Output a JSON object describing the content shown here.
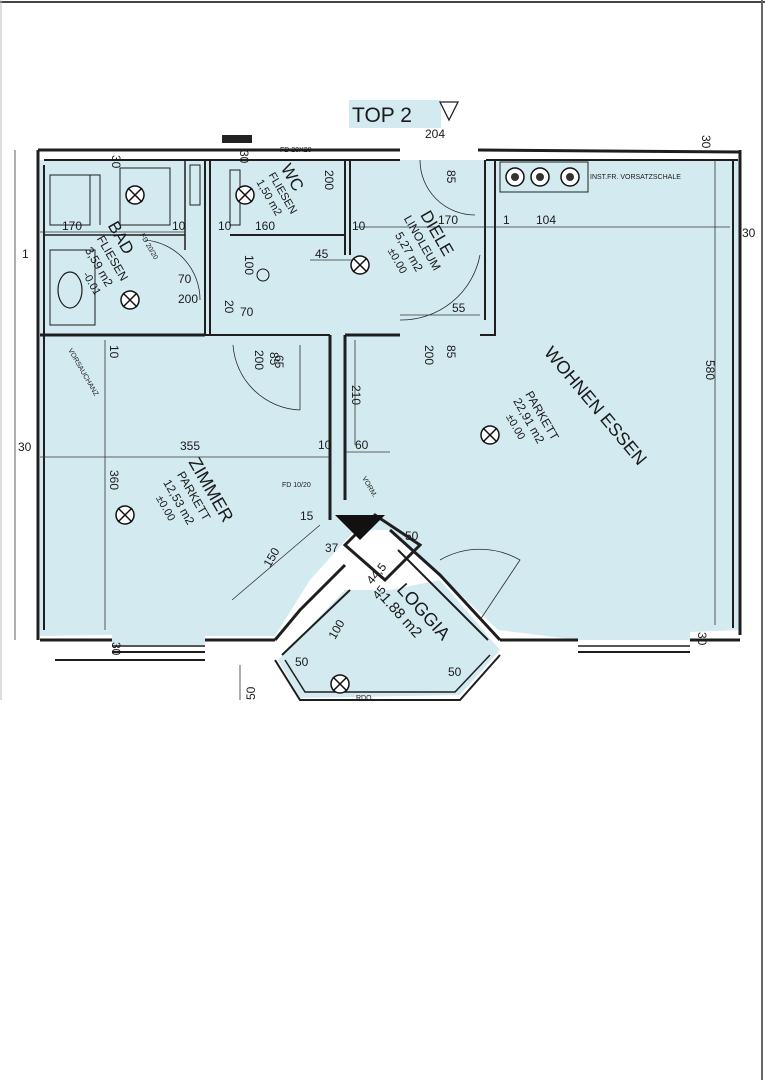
{
  "title": "TOP 2",
  "rooms": {
    "bad": {
      "name": "BAD",
      "finish": "FLIESEN",
      "area": "3,59 m2",
      "level": "-0.01"
    },
    "wc": {
      "name": "WC",
      "finish": "FLIESEN",
      "area": "1,50 m2"
    },
    "diele": {
      "name": "DIELE",
      "finish": "LINOLEUM",
      "area": "5,27 m2",
      "level": "±0.00"
    },
    "wohnen": {
      "name": "WOHNEN ESSEN",
      "finish": "PARKETT",
      "area": "22,91 m2",
      "level": "±0.00"
    },
    "zimmer": {
      "name": "ZIMMER",
      "finish": "PARKETT",
      "area": "12,53 m2",
      "level": "±0.00"
    },
    "loggia": {
      "name": "LOGGIA",
      "area": "1.88 m2"
    }
  },
  "annotations": {
    "vorsatzschale": "INST.FR. VORSATZSCHALE",
    "fd_top": "FD 20X20",
    "fd_mid": "FD 10/20",
    "fd_bad": "FD 20/20",
    "vorm": "VORM.",
    "rdo": "RDO",
    "vorwand": "VORSAUCHANZ"
  },
  "dimensions": {
    "d204": "204",
    "d30a": "30",
    "d30b": "30",
    "d30c": "30",
    "d30d": "30",
    "d30e": "30",
    "d30f": "30",
    "d30g": "30",
    "d170a": "170",
    "d170b": "170",
    "d104": "104",
    "d160": "160",
    "d10a": "10",
    "d10b": "10",
    "d10c": "10",
    "d10d": "10",
    "d10e": "10",
    "d580": "580",
    "d355": "355",
    "d360": "360",
    "d60": "60",
    "d210": "210",
    "d150": "150",
    "d100a": "100",
    "d100b": "100",
    "d45": "45",
    "d55": "55",
    "d70a": "70",
    "d70b": "70",
    "d200a": "200",
    "d200b": "200",
    "d200c": "200",
    "d200d": "200",
    "d85a": "85",
    "d85b": "85",
    "d85c": "85",
    "d37": "37",
    "d50a": "50",
    "d50b": "50",
    "d50c": "50",
    "d50d": "50",
    "d15": "15",
    "d44": "44,5",
    "d45b": "45",
    "d1a": "1",
    "d1b": "1",
    "d20": "20",
    "d65": "65"
  }
}
